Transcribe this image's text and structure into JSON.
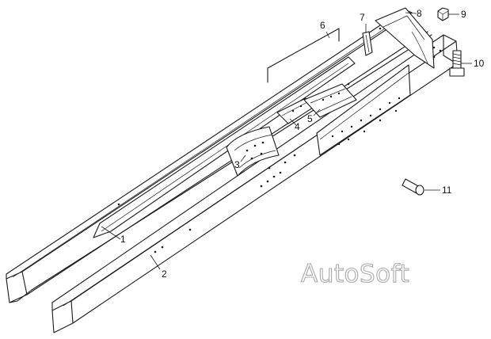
{
  "callouts": {
    "c1": "1",
    "c2": "2",
    "c3": "3",
    "c4": "4",
    "c5": "5",
    "c6": "6",
    "c7": "7",
    "c8": "8",
    "c9": "9",
    "c10": "10",
    "c11": "11"
  },
  "watermark": {
    "text": "AutoSoft"
  },
  "colors": {
    "line": "#1a1a1a",
    "watermark_outline": "#a9a9a9",
    "background": "#ffffff"
  }
}
